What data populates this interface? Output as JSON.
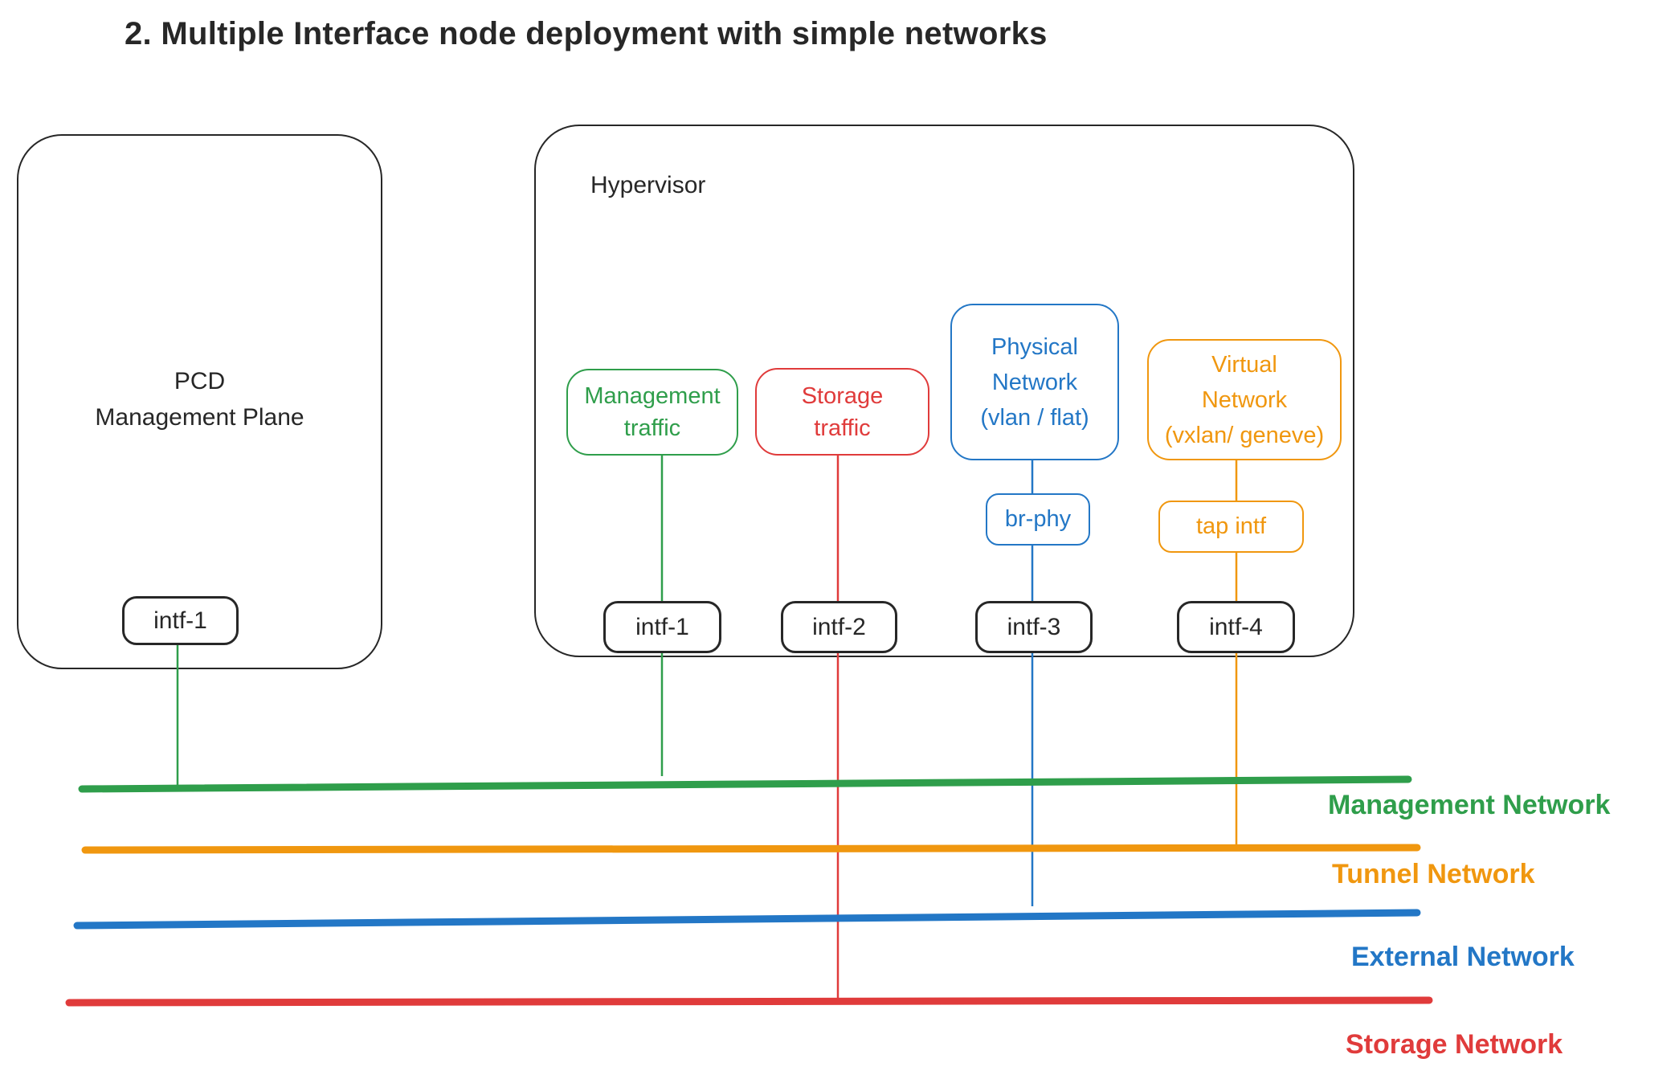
{
  "title": "2. Multiple Interface node deployment with simple networks",
  "colors": {
    "green": "#2f9e4b",
    "red": "#e03b3b",
    "blue": "#2377c6",
    "orange": "#f0970f",
    "ink": "#272727"
  },
  "pcd": {
    "name_line1": "PCD",
    "name_line2": "Management Plane",
    "interface": "intf-1"
  },
  "hypervisor": {
    "label": "Hypervisor",
    "management_traffic": {
      "line1": "Management",
      "line2": "traffic"
    },
    "storage_traffic": {
      "line1": "Storage",
      "line2": "traffic"
    },
    "physical_network": {
      "line1": "Physical",
      "line2": "Network",
      "line3": "(vlan / flat)"
    },
    "virtual_network": {
      "line1": "Virtual",
      "line2": "Network",
      "line3": "(vxlan/ geneve)"
    },
    "br_phy": "br-phy",
    "tap_intf": "tap intf",
    "interfaces": [
      "intf-1",
      "intf-2",
      "intf-3",
      "intf-4"
    ]
  },
  "networks": [
    {
      "label": "Management Network",
      "color": "#2f9e4b"
    },
    {
      "label": "Tunnel Network",
      "color": "#f0970f"
    },
    {
      "label": "External Network",
      "color": "#2377c6"
    },
    {
      "label": "Storage Network",
      "color": "#e03b3b"
    }
  ]
}
